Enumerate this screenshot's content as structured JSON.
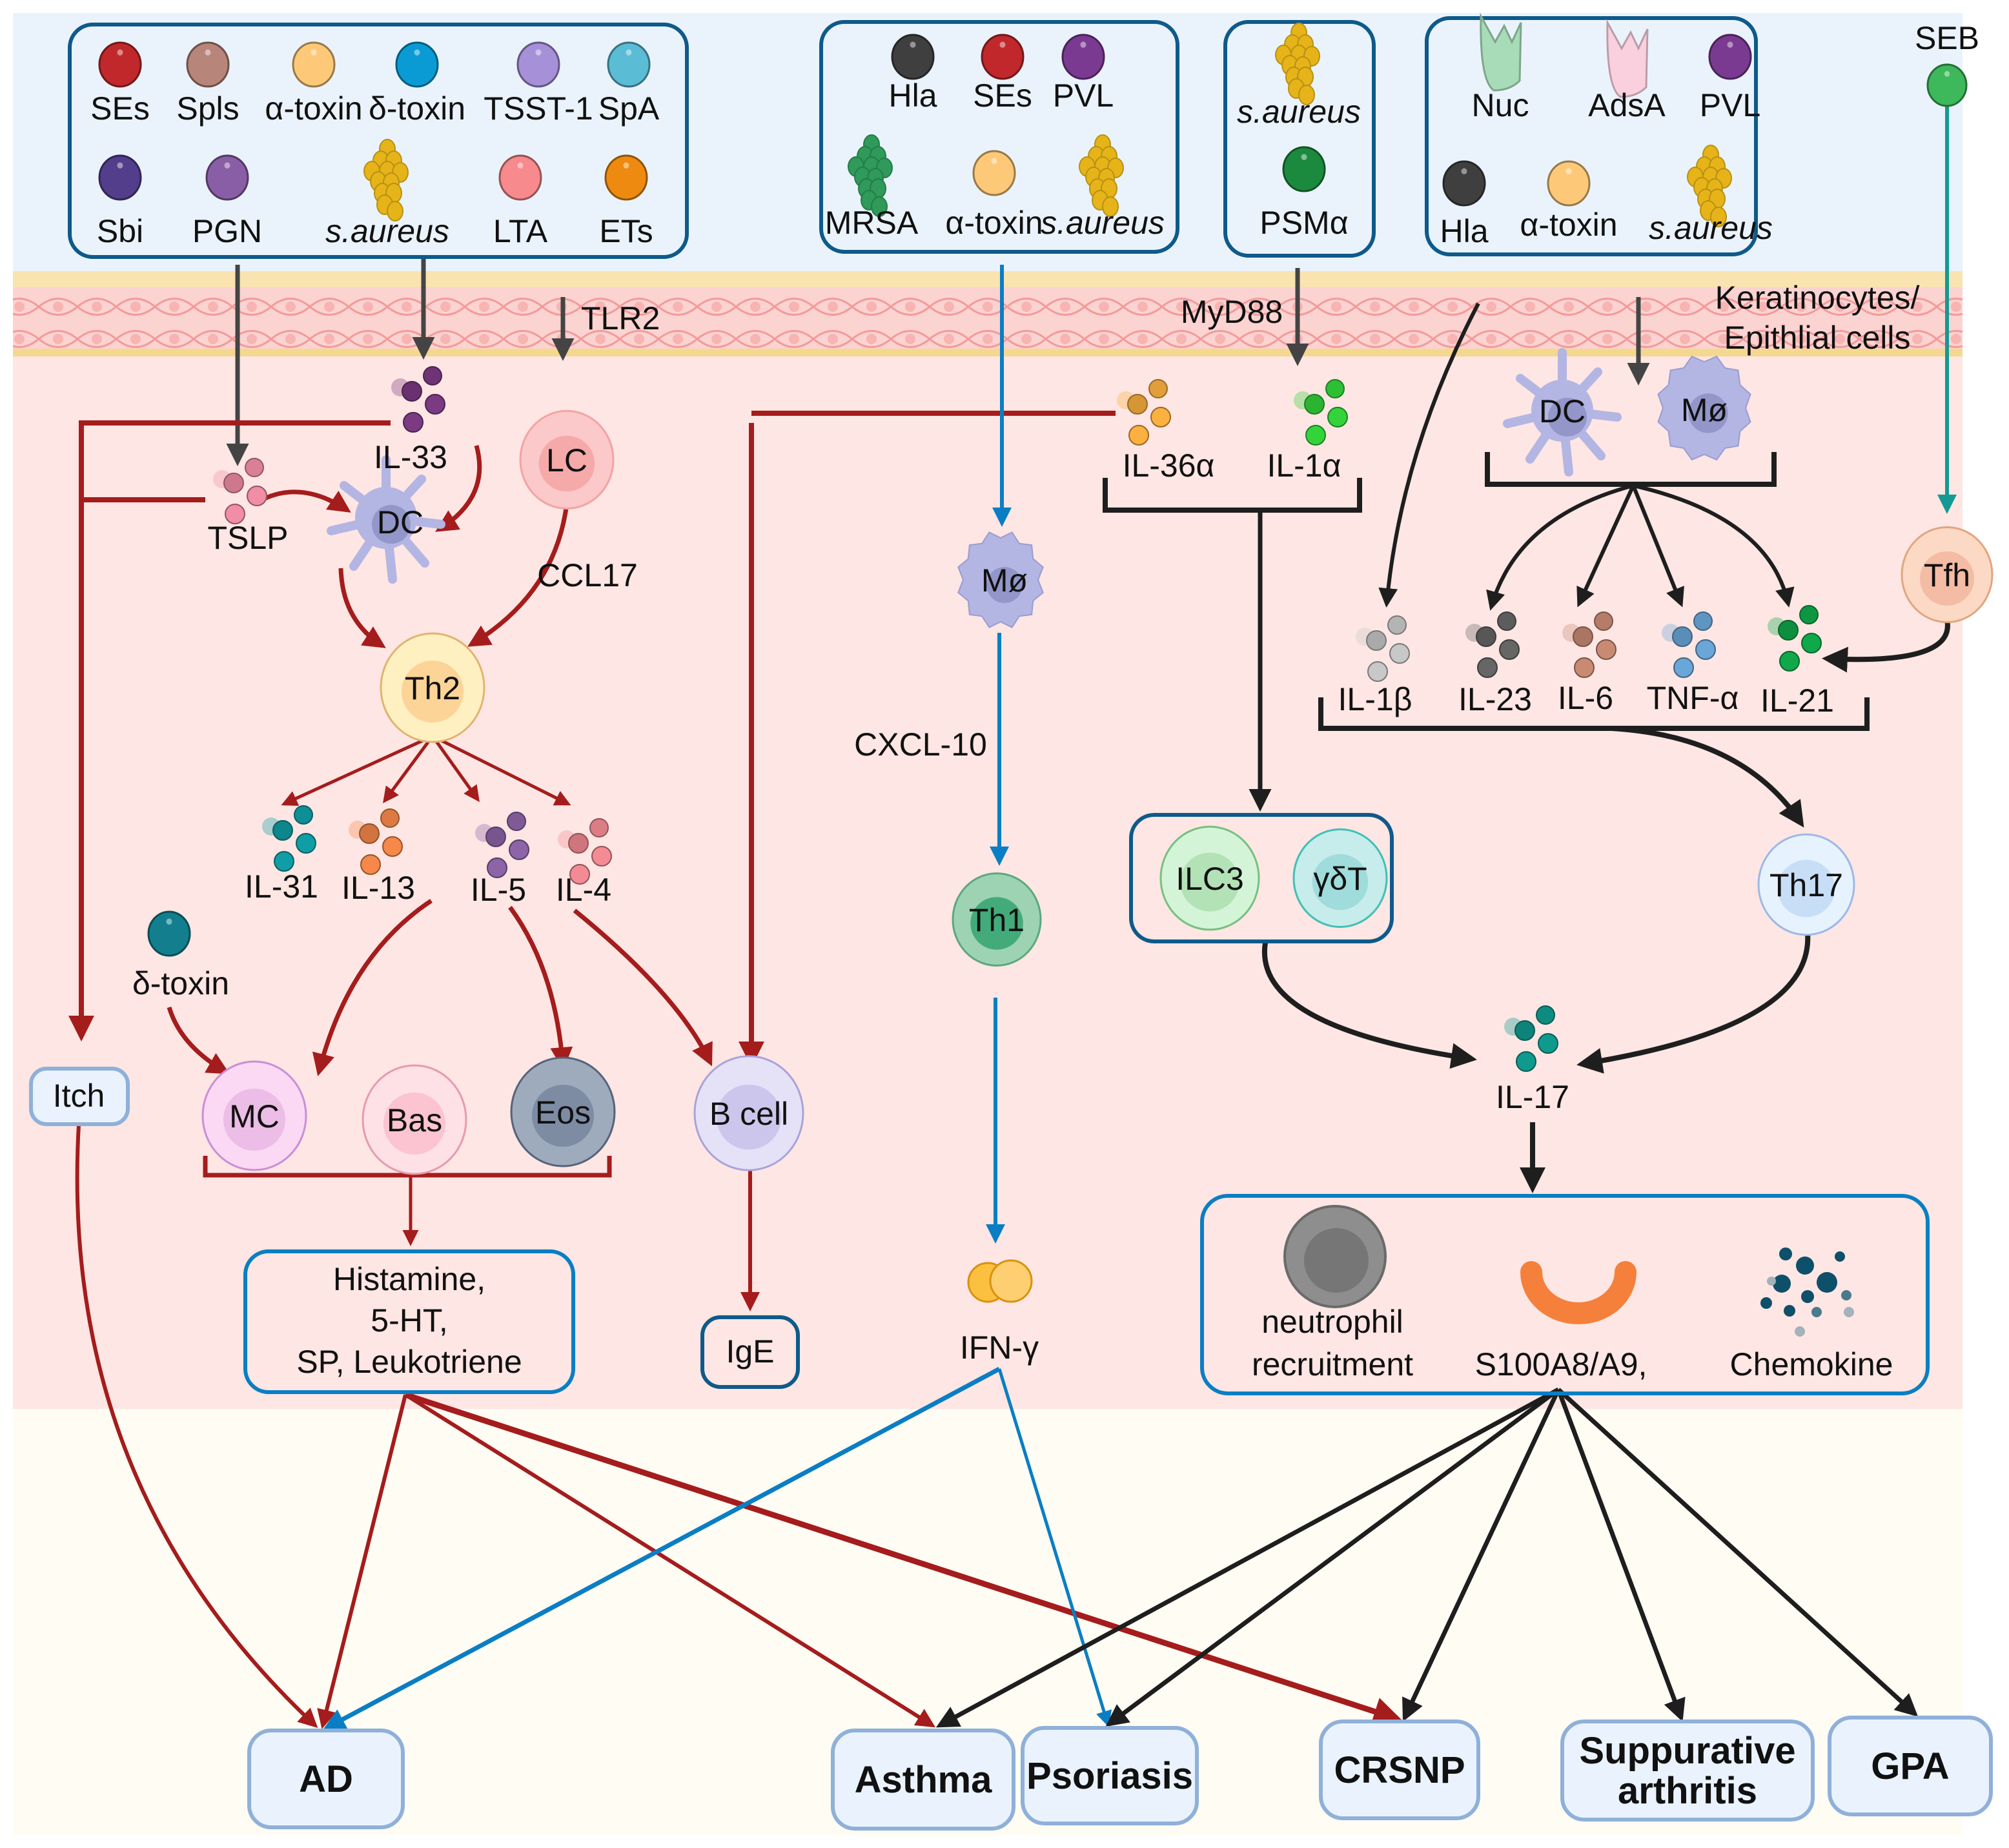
{
  "title": "S. aureus virulence factors, immune pathways and associated diseases",
  "colors": {
    "th2_path": "#a51c1c",
    "th1_path": "#0a7ec4",
    "th17_path": "#1e1e1e",
    "seb_path": "#139a94",
    "gray_arrow": "#444444",
    "box_border": "#0e5a8a",
    "disease_border": "#8fb0d9",
    "disease_fill": "#eaf3fd",
    "surface_bg": "#eaf3fb",
    "dermis_bg": "#fde6e3",
    "bottom_bg": "#fffcf4"
  },
  "factor_groups": [
    {
      "id": "group-1",
      "items": [
        {
          "label": "SEs",
          "icon": "sphere-icon",
          "color": "#c0282c"
        },
        {
          "label": "Spls",
          "icon": "sphere-icon",
          "color": "#b8857a"
        },
        {
          "label": "α-toxin",
          "icon": "sphere-icon",
          "color": "#fdc978"
        },
        {
          "label": "δ-toxin",
          "icon": "sphere-icon",
          "color": "#0a9bd4"
        },
        {
          "label": "TSST-1",
          "icon": "sphere-icon",
          "color": "#a690d8"
        },
        {
          "label": "SpA",
          "icon": "sphere-icon",
          "color": "#5bbcd6"
        },
        {
          "label": "Sbi",
          "icon": "sphere-icon",
          "color": "#523e8a"
        },
        {
          "label": "PGN",
          "icon": "sphere-icon",
          "color": "#8a5ea6"
        },
        {
          "label": "s.aureus",
          "icon": "bacteria-cluster-icon",
          "color": "#e6b419",
          "italic": true
        },
        {
          "label": "LTA",
          "icon": "sphere-icon",
          "color": "#f68a8c"
        },
        {
          "label": "ETs",
          "icon": "sphere-icon",
          "color": "#ef8a10"
        }
      ]
    },
    {
      "id": "group-2",
      "items": [
        {
          "label": "Hla",
          "icon": "sphere-icon",
          "color": "#3f3f3f"
        },
        {
          "label": "SEs",
          "icon": "sphere-icon",
          "color": "#c0282c"
        },
        {
          "label": "PVL",
          "icon": "sphere-icon",
          "color": "#7b3a92"
        },
        {
          "label": "MRSA",
          "icon": "bacteria-cluster-icon",
          "color": "#2f9a5a"
        },
        {
          "label": "α-toxin",
          "icon": "sphere-icon",
          "color": "#fdc978"
        },
        {
          "label": "s.aureus",
          "icon": "bacteria-cluster-icon",
          "color": "#e6b419",
          "italic": true
        }
      ]
    },
    {
      "id": "group-3",
      "items": [
        {
          "label": "s.aureus",
          "icon": "bacteria-cluster-icon",
          "color": "#e6b419",
          "italic": true
        },
        {
          "label": "PSMα",
          "icon": "sphere-icon",
          "color": "#1c8a3e"
        }
      ]
    },
    {
      "id": "group-4",
      "items": [
        {
          "label": "Nuc",
          "icon": "protein-blob-icon",
          "color": "#a8dcb8"
        },
        {
          "label": "AdsA",
          "icon": "protein-blob-icon",
          "color": "#fad0de"
        },
        {
          "label": "PVL",
          "icon": "sphere-icon",
          "color": "#7b3a92"
        },
        {
          "label": "Hla",
          "icon": "sphere-icon",
          "color": "#3f3f3f"
        },
        {
          "label": "α-toxin",
          "icon": "sphere-icon",
          "color": "#fdc978"
        },
        {
          "label": "s.aureus",
          "icon": "bacteria-cluster-icon",
          "color": "#e6b419",
          "italic": true
        }
      ]
    }
  ],
  "seb": {
    "label": "SEB",
    "color": "#3db85a"
  },
  "skin_labels": {
    "tlr2": "TLR2",
    "myd88": "MyD88",
    "keratinocytes": [
      "Keratinocytes/",
      "Epithlial cells"
    ]
  },
  "cytokines": {
    "il33": {
      "label": "IL-33",
      "color": "#7b3a82"
    },
    "tslp": {
      "label": "TSLP",
      "color": "#f28da6"
    },
    "il31": {
      "label": "IL-31",
      "color": "#0f9ea5"
    },
    "il13": {
      "label": "IL-13",
      "color": "#f6884a"
    },
    "il5": {
      "label": "IL-5",
      "color": "#8d64a8"
    },
    "il4": {
      "label": "IL-4",
      "color": "#f48a94"
    },
    "il36a": {
      "label": "IL-36α",
      "color": "#fbb040"
    },
    "il1a": {
      "label": "IL-1α",
      "color": "#32d43a"
    },
    "il1b": {
      "label": "IL-1β",
      "color": "#c8c8c8"
    },
    "il23": {
      "label": "IL-23",
      "color": "#666666"
    },
    "il6": {
      "label": "IL-6",
      "color": "#c98a74"
    },
    "tnfa": {
      "label": "TNF-α",
      "color": "#6aa6d8"
    },
    "il21": {
      "label": "IL-21",
      "color": "#0fa84a"
    },
    "il17": {
      "label": "IL-17",
      "color": "#0f9a8e"
    },
    "ifng": {
      "label": "IFN-γ",
      "color": "#fbc040"
    }
  },
  "cells": {
    "dc_left": {
      "label": "DC"
    },
    "lc": {
      "label": "LC"
    },
    "th2": {
      "label": "Th2"
    },
    "mc": {
      "label": "MC"
    },
    "bas": {
      "label": "Bas"
    },
    "eos": {
      "label": "Eos"
    },
    "bcell": {
      "label": "B cell"
    },
    "mac_mid": {
      "label": "Mø"
    },
    "th1": {
      "label": "Th1"
    },
    "dc_right": {
      "label": "DC"
    },
    "mac_right": {
      "label": "Mø"
    },
    "tfh": {
      "label": "Tfh"
    },
    "ilc3": {
      "label": "ILC3"
    },
    "gdt": {
      "label": "γδT"
    },
    "th17": {
      "label": "Th17"
    }
  },
  "labels": {
    "ccl17": "CCL17",
    "cxcl10": "CXCL-10",
    "delta_toxin": "δ-toxin",
    "itch": "Itch",
    "ige": "IgE",
    "mediators": [
      "Histamine,",
      "5-HT,",
      "SP,  Leukotriene"
    ],
    "effector_box": {
      "neutrophil": [
        "neutrophil",
        "recruitment"
      ],
      "s100": "S100A8/A9,",
      "chemokine": "Chemokine"
    }
  },
  "diseases": [
    {
      "id": "ad",
      "label": [
        "AD"
      ]
    },
    {
      "id": "asthma",
      "label": [
        "Asthma"
      ]
    },
    {
      "id": "psoriasis",
      "label": [
        "Psoriasis"
      ]
    },
    {
      "id": "crsnp",
      "label": [
        "CRSNP"
      ]
    },
    {
      "id": "suppurative-arthritis",
      "label": [
        "Suppurative",
        "arthritis"
      ]
    },
    {
      "id": "gpa",
      "label": [
        "GPA"
      ]
    }
  ]
}
